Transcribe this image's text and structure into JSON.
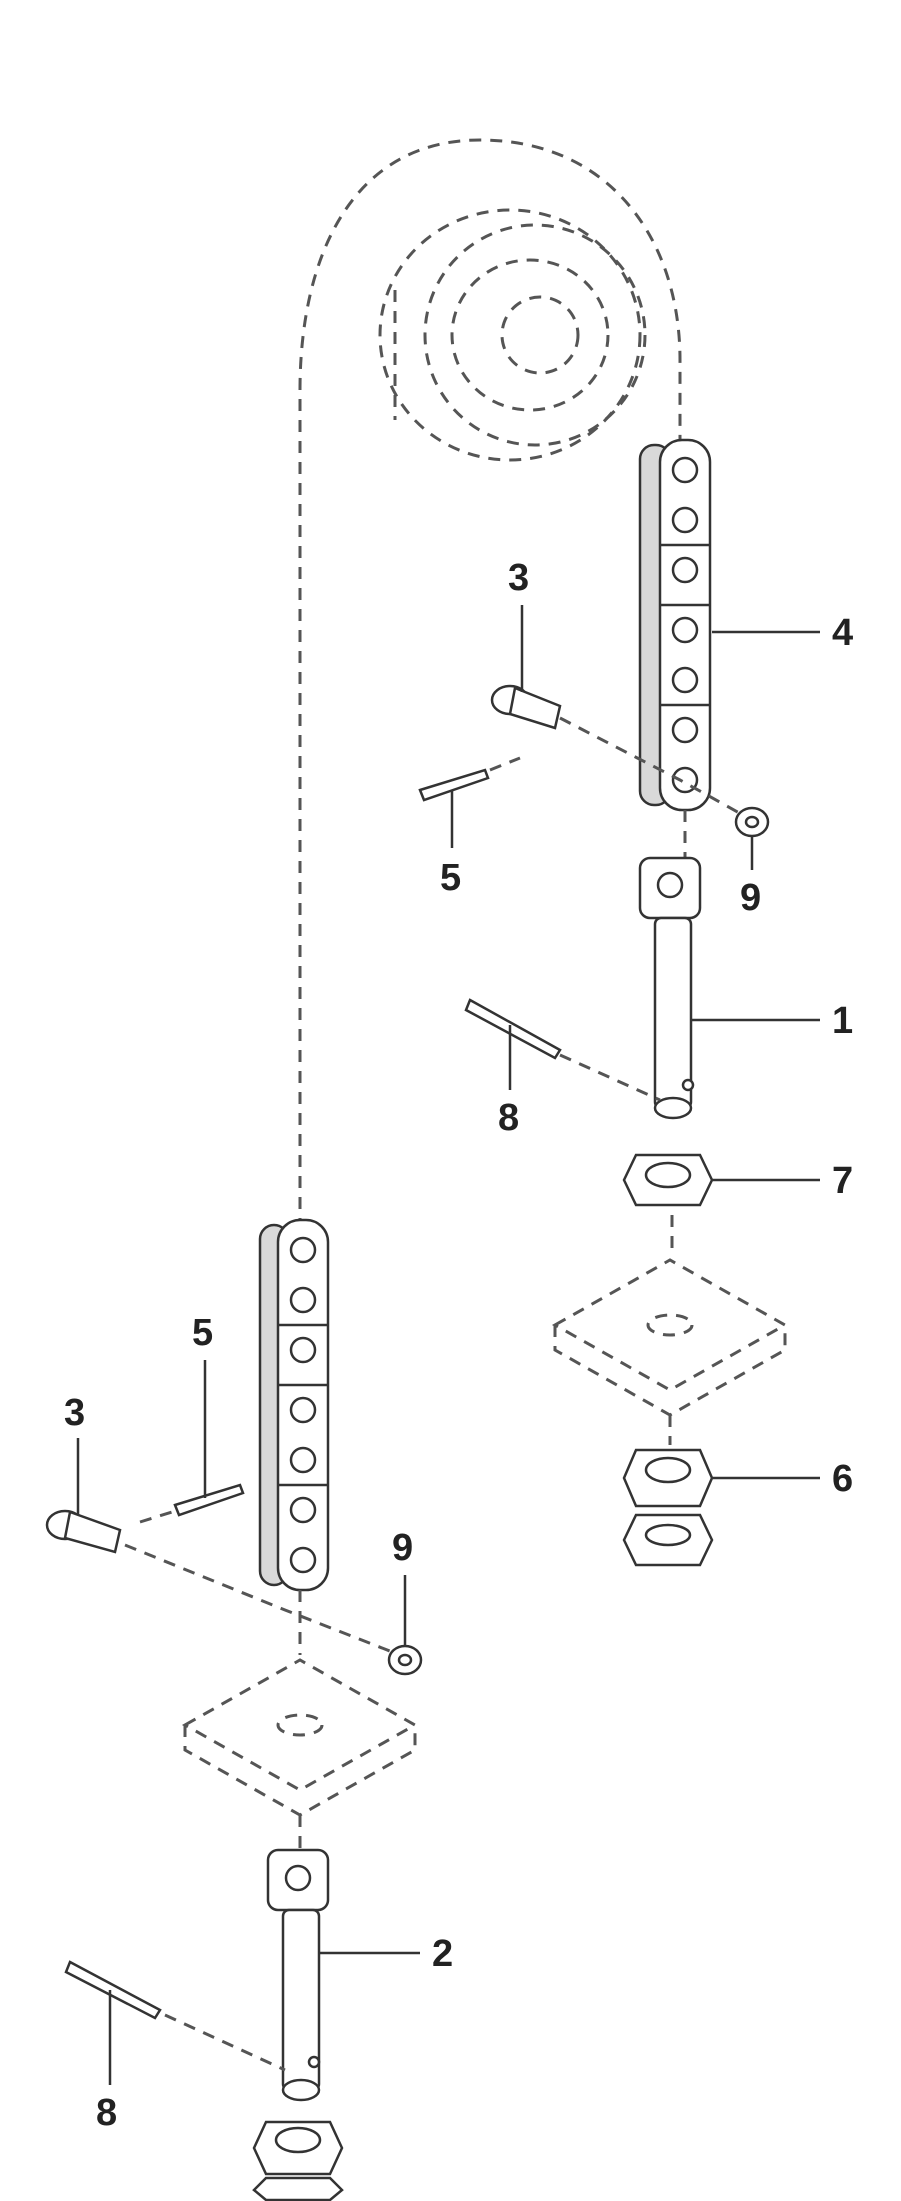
{
  "callouts": [
    {
      "id": "1",
      "label": "1"
    },
    {
      "id": "2",
      "label": "2"
    },
    {
      "id": "3a",
      "label": "3"
    },
    {
      "id": "3b",
      "label": "3"
    },
    {
      "id": "4",
      "label": "4"
    },
    {
      "id": "5a",
      "label": "5"
    },
    {
      "id": "5b",
      "label": "5"
    },
    {
      "id": "6",
      "label": "6"
    },
    {
      "id": "7",
      "label": "7"
    },
    {
      "id": "8a",
      "label": "8"
    },
    {
      "id": "8b",
      "label": "8"
    },
    {
      "id": "9a",
      "label": "9"
    },
    {
      "id": "9b",
      "label": "9"
    }
  ],
  "colors": {
    "line": "#333333",
    "dash": "#555555",
    "shade": "#d9d9d9"
  }
}
